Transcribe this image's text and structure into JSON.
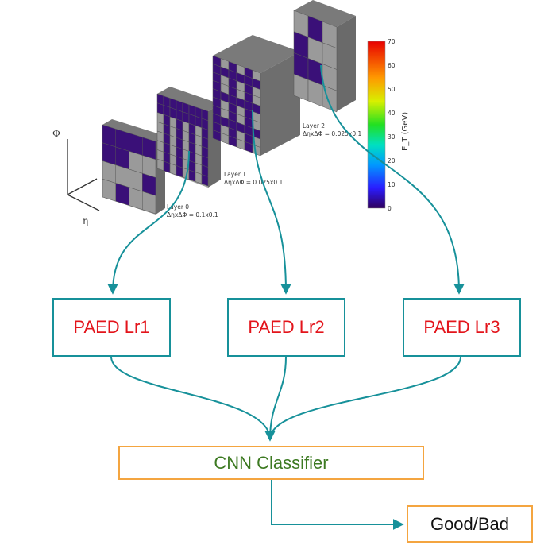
{
  "boxes": {
    "paed1": "PAED Lr1",
    "paed2": "PAED Lr2",
    "paed3": "PAED Lr3",
    "classifier": "CNN Classifier",
    "output": "Good/Bad"
  },
  "layers": [
    {
      "name": "Layer 0",
      "granularity": "ΔηxΔΦ = 0.1x0.1"
    },
    {
      "name": "Layer 1",
      "granularity": "ΔηxΔΦ = 0.025x0.1"
    },
    {
      "name": "Layer 2",
      "granularity": "ΔηxΔΦ = 0.025x0.1"
    }
  ],
  "axes": {
    "phi": "Φ",
    "eta": "η"
  },
  "colorbar": {
    "label": "E_T (GeV)",
    "ticks": [
      "0",
      "10",
      "20",
      "30",
      "40",
      "50",
      "60",
      "70"
    ],
    "range": [
      0,
      70
    ]
  },
  "colors": {
    "arrow": "#17919a",
    "paed_border": "#17919a",
    "paed_text": "#e3141b",
    "classifier_border": "#f4a540",
    "classifier_text": "#3d7a22",
    "cell_purple": "#3a1078",
    "cell_gray": "#9a9a9a"
  }
}
